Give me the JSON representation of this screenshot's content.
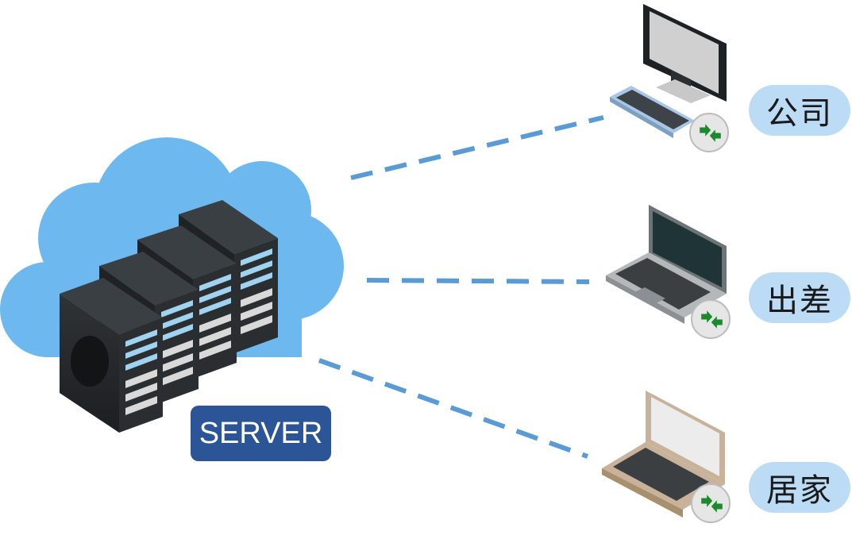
{
  "server": {
    "label": "SERVER"
  },
  "clients": [
    {
      "label": "公司",
      "device": "desktop-computer-icon",
      "badge": "remote-connect-icon"
    },
    {
      "label": "出差",
      "device": "dark-laptop-icon",
      "badge": "remote-connect-icon"
    },
    {
      "label": "居家",
      "device": "beige-laptop-icon",
      "badge": "remote-connect-icon"
    }
  ],
  "colors": {
    "cloud": "#6cb8ef",
    "server_label_bg": "#2b5596",
    "pill_bg": "#bcdcf6",
    "link": "#5a9bd5",
    "badge_green": "#1a8a2a"
  }
}
